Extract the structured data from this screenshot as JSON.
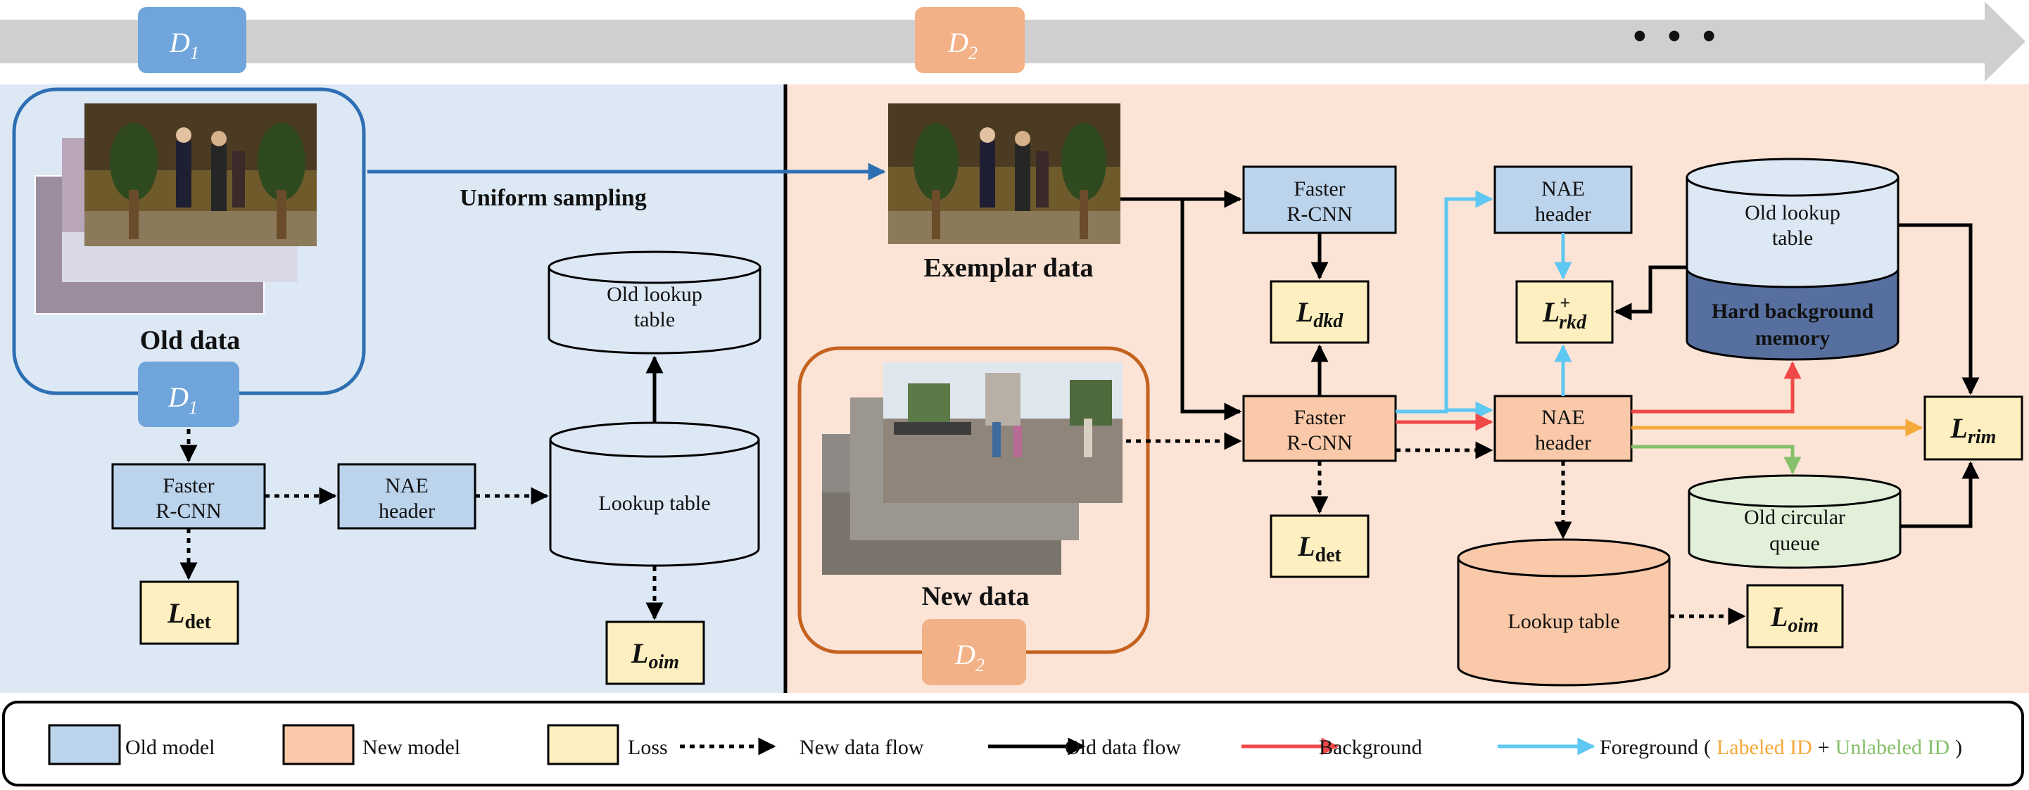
{
  "timeline": {
    "d1": {
      "main": "D",
      "sub": "1"
    },
    "d2": {
      "main": "D",
      "sub": "2"
    },
    "ellipsis": "• • •"
  },
  "old_phase": {
    "old_data_label": "Old data",
    "uniform_sampling_label": "Uniform sampling",
    "faster_rcnn_label": [
      "Faster",
      "R-CNN"
    ],
    "nae_header_label": [
      "NAE",
      "header"
    ],
    "lookup_table_label": "Lookup table",
    "old_lookup_table_label": [
      "Old lookup",
      "table"
    ],
    "loss_det": {
      "main": "L",
      "sub": "det"
    },
    "loss_oim": {
      "main": "L",
      "sub": "oim"
    }
  },
  "new_phase": {
    "exemplar_data_label": "Exemplar data",
    "new_data_label": "New data",
    "old_faster_rcnn_label": [
      "Faster",
      "R-CNN"
    ],
    "new_faster_rcnn_label": [
      "Faster",
      "R-CNN"
    ],
    "old_nae_header_label": [
      "NAE",
      "header"
    ],
    "new_nae_header_label": [
      "NAE",
      "header"
    ],
    "old_lookup_table_label": [
      "Old lookup",
      "table"
    ],
    "hard_background_memory_label": [
      "Hard background",
      "memory"
    ],
    "old_circular_queue_label": [
      "Old circular",
      "queue"
    ],
    "lookup_table_label": "Lookup table",
    "loss_dkd": {
      "main": "L",
      "sub": "dkd"
    },
    "loss_rkd": {
      "main": "L",
      "sub": "rkd",
      "sup": "+"
    },
    "loss_det": {
      "main": "L",
      "sub": "det"
    },
    "loss_rim": {
      "main": "L",
      "sub": "rim"
    },
    "loss_oim": {
      "main": "L",
      "sub": "oim"
    }
  },
  "legend": {
    "old_model": "Old model",
    "new_model": "New model",
    "loss": "Loss",
    "new_data_flow": "New data flow",
    "old_data_flow": "Old data flow",
    "background": "Background",
    "foreground": "Foreground",
    "paren_open": "(",
    "labeled_id": "Labeled ID",
    "plus": "+",
    "unlabeled_id": "Unlabeled ID",
    "paren_close": ")"
  },
  "colors": {
    "old_model_fill": "#bcd3ec",
    "new_model_fill": "#f9c9a9",
    "loss_fill": "#fdefbf",
    "old_panel_bg": "#dde8f5",
    "new_panel_bg": "#fbe4d6",
    "old_accent": "#2e6fb3",
    "new_accent": "#c5621f",
    "d1_badge": "#6fa5db",
    "d2_badge": "#f3b187",
    "background_arrow": "#f04848",
    "foreground_arrow": "#5ec7f2",
    "labeled_id": "#f4a93a",
    "unlabeled_id": "#86c06a",
    "hard_memory_fill": "#576f9f",
    "old_queue_fill": "#e3f0d9",
    "timeline": "#cfcfcf"
  }
}
